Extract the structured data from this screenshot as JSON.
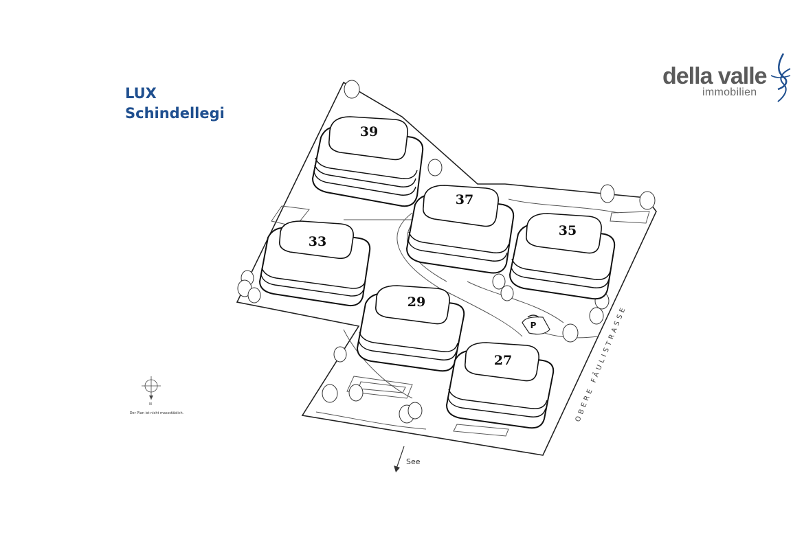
{
  "title": {
    "line1": "LUX",
    "line2": "Schindellegi"
  },
  "logo": {
    "brand": "della valle",
    "sub": "immobilien",
    "accent_color": "#1f4f8f",
    "text_color": "#5b5b5b"
  },
  "buildings": [
    {
      "number": "39"
    },
    {
      "number": "37"
    },
    {
      "number": "35"
    },
    {
      "number": "33"
    },
    {
      "number": "29"
    },
    {
      "number": "27"
    }
  ],
  "parking_label": "P",
  "street_name": "OBERE FÄULISTRASSE",
  "compass": {
    "label": "N",
    "note": "Der Plan ist nicht massstäblich."
  },
  "direction": {
    "label": "See",
    "icon": "arrow-down-left-icon"
  }
}
